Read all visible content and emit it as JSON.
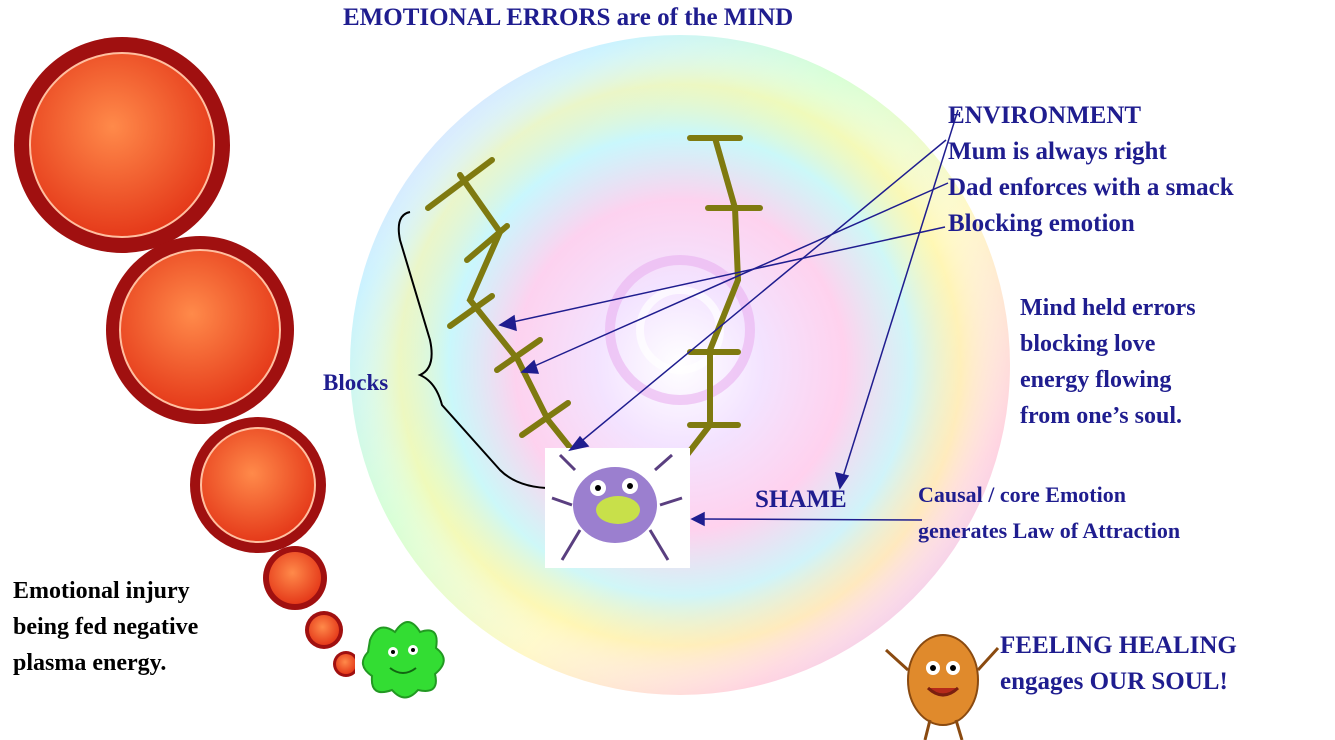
{
  "title": "EMOTIONAL ERRORS are of the MIND",
  "environment": {
    "heading": "ENVIRONMENT",
    "items": [
      "Mum is always right",
      "Dad enforces with a smack",
      "Blocking emotion"
    ]
  },
  "mind_held": [
    "Mind held errors",
    "blocking love",
    "energy flowing",
    "from one’s soul."
  ],
  "blocks_label": "Blocks",
  "shame_label": "SHAME",
  "causal": [
    "Causal / core Emotion",
    "generates Law of Attraction"
  ],
  "injury": [
    "Emotional injury",
    "being fed negative",
    "plasma energy."
  ],
  "healing": [
    "FEELING HEALING",
    "engages OUR SOUL!"
  ],
  "colors": {
    "text": "#1f1d8f",
    "ladder": "#7f7a10",
    "bubble_ring": "#a01010",
    "bubble_fill": "#f05a2a"
  },
  "icons": [
    "thought-bubble-icon",
    "purple-monster-icon",
    "green-blob-icon",
    "happy-character-icon",
    "ladder-icon"
  ]
}
